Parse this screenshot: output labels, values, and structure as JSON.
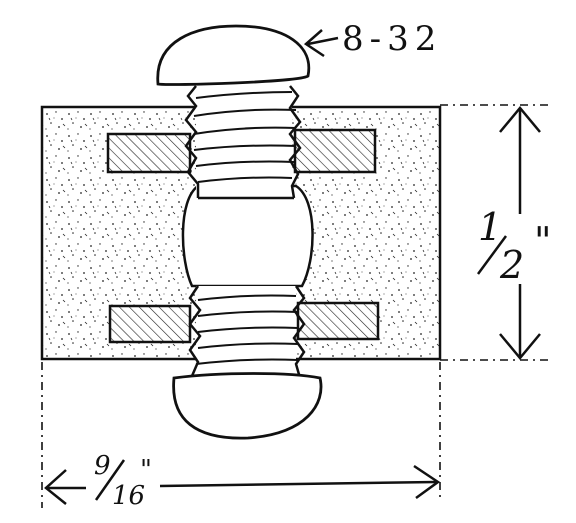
{
  "labels": {
    "screw_size": "8-32",
    "height_num": "1",
    "height_den": "2",
    "height_unit": "\"",
    "width_num": "9",
    "width_den": "16",
    "width_unit": "\""
  },
  "colors": {
    "ink": "#111111",
    "paper": "#ffffff"
  }
}
